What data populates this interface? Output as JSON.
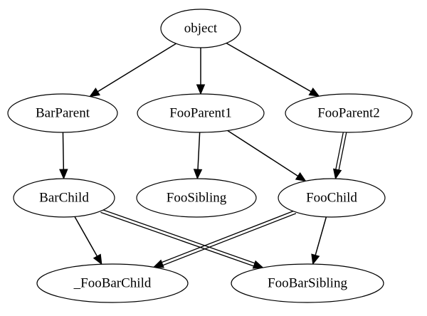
{
  "diagram": {
    "type": "class-inheritance-graph",
    "nodes": [
      {
        "id": "object",
        "label": "object"
      },
      {
        "id": "BarParent",
        "label": "BarParent"
      },
      {
        "id": "FooParent1",
        "label": "FooParent1"
      },
      {
        "id": "FooParent2",
        "label": "FooParent2"
      },
      {
        "id": "BarChild",
        "label": "BarChild"
      },
      {
        "id": "FooSibling",
        "label": "FooSibling"
      },
      {
        "id": "FooChild",
        "label": "FooChild"
      },
      {
        "id": "_FooBarChild",
        "label": "_FooBarChild"
      },
      {
        "id": "FooBarSibling",
        "label": "FooBarSibling"
      }
    ],
    "edges": [
      {
        "from": "object",
        "to": "BarParent",
        "style": "single"
      },
      {
        "from": "object",
        "to": "FooParent1",
        "style": "single"
      },
      {
        "from": "object",
        "to": "FooParent2",
        "style": "single"
      },
      {
        "from": "BarParent",
        "to": "BarChild",
        "style": "single"
      },
      {
        "from": "FooParent1",
        "to": "FooSibling",
        "style": "single"
      },
      {
        "from": "FooParent1",
        "to": "FooChild",
        "style": "single"
      },
      {
        "from": "FooParent2",
        "to": "FooChild",
        "style": "double"
      },
      {
        "from": "BarChild",
        "to": "_FooBarChild",
        "style": "single"
      },
      {
        "from": "BarChild",
        "to": "FooBarSibling",
        "style": "double"
      },
      {
        "from": "FooChild",
        "to": "_FooBarChild",
        "style": "double"
      },
      {
        "from": "FooChild",
        "to": "FooBarSibling",
        "style": "single"
      }
    ]
  }
}
